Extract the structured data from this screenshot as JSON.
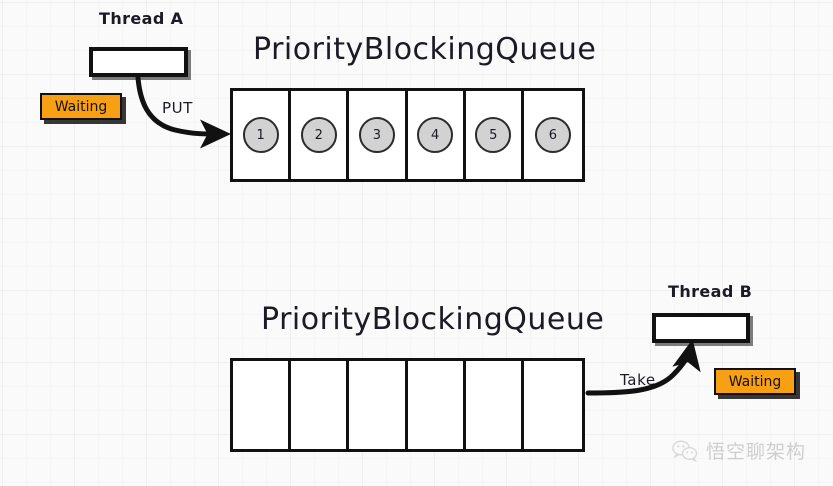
{
  "diagram": {
    "title_top": "PriorityBlockingQueue",
    "title_bottom": "PriorityBlockingQueue",
    "colors": {
      "badge_fill": "#f8a013",
      "stroke": "#111111",
      "token_fill": "#d2d2d2",
      "grid": "#efefef"
    }
  },
  "producer": {
    "thread_label": "Thread A",
    "state_badge": "Waiting",
    "operation": "PUT",
    "box_value": ""
  },
  "consumer": {
    "thread_label": "Thread B",
    "state_badge": "Waiting",
    "operation": "Take",
    "box_value": ""
  },
  "queue_top": {
    "cells": [
      {
        "value": "1"
      },
      {
        "value": "2"
      },
      {
        "value": "3"
      },
      {
        "value": "4"
      },
      {
        "value": "5"
      },
      {
        "value": "6"
      }
    ]
  },
  "queue_bottom": {
    "cells": [
      {
        "value": ""
      },
      {
        "value": ""
      },
      {
        "value": ""
      },
      {
        "value": ""
      },
      {
        "value": ""
      },
      {
        "value": ""
      }
    ]
  },
  "watermark": {
    "icon": "wechat-icon",
    "text": "悟空聊架构"
  }
}
